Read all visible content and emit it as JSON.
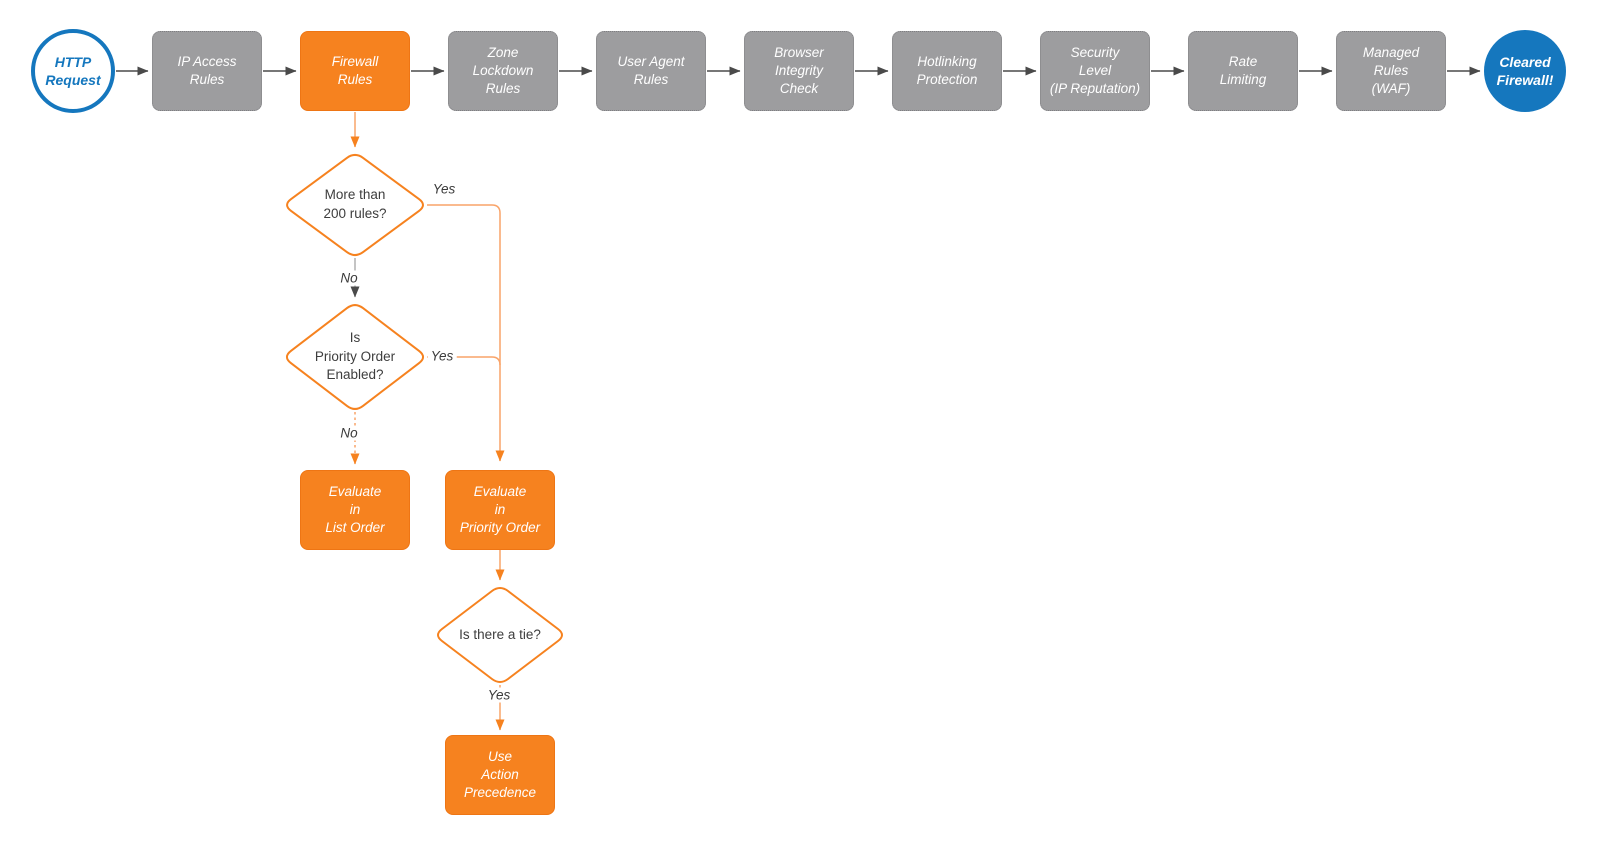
{
  "diagram": {
    "start": {
      "label": "HTTP\nRequest"
    },
    "stages": [
      {
        "label": "IP Access\nRules",
        "highlight": false
      },
      {
        "label": "Firewall\nRules",
        "highlight": true
      },
      {
        "label": "Zone\nLockdown\nRules",
        "highlight": false
      },
      {
        "label": "User Agent\nRules",
        "highlight": false
      },
      {
        "label": "Browser\nIntegrity\nCheck",
        "highlight": false
      },
      {
        "label": "Hotlinking\nProtection",
        "highlight": false
      },
      {
        "label": "Security\nLevel\n(IP Reputation)",
        "highlight": false
      },
      {
        "label": "Rate\nLimiting",
        "highlight": false
      },
      {
        "label": "Managed\nRules\n(WAF)",
        "highlight": false
      }
    ],
    "end": {
      "label": "Cleared\nFirewall!"
    },
    "decisions": [
      {
        "label": "More than\n200 rules?"
      },
      {
        "label": "Is\nPriority Order\nEnabled?"
      },
      {
        "label": "Is there a tie?"
      }
    ],
    "actions": [
      {
        "label": "Evaluate\nin\nList Order"
      },
      {
        "label": "Evaluate\nin\nPriority Order"
      },
      {
        "label": "Use\nAction\nPrecedence"
      }
    ],
    "edge_labels": {
      "yes1": "Yes",
      "no1": "No",
      "yes2": "Yes",
      "no2": "No",
      "yes3": "Yes"
    },
    "colors": {
      "accent_orange": "#F6821F",
      "connector_orange_light": "#F9A469",
      "accent_blue": "#1577BE",
      "node_gray": "#9D9D9F",
      "connector_gray": "#4A4A4A",
      "text_dark": "#3D3D3D"
    }
  }
}
